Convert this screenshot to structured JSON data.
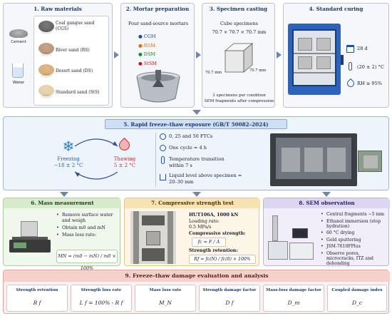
{
  "s1": {
    "title": "1. Raw materials",
    "cement": "Cement",
    "water": "Water",
    "sands": [
      {
        "label": "Coal gangue sand (CGS)",
        "color": "#5a5a5a"
      },
      {
        "label": "River sand (RS)",
        "color": "#b88f72"
      },
      {
        "label": "Desert sand (DS)",
        "color": "#d6a86d"
      },
      {
        "label": "Standard sand (StS)",
        "color": "#e4cba2"
      }
    ]
  },
  "s2": {
    "title": "2. Mortar preparation",
    "subtitle": "Four sand-source mortars",
    "mortars": [
      {
        "label": "CGM",
        "color": "#1f3fbf"
      },
      {
        "label": "RSM",
        "color": "#e06a10"
      },
      {
        "label": "DSM",
        "color": "#1d8a2f"
      },
      {
        "label": "StSM",
        "color": "#c4161c"
      }
    ]
  },
  "s3": {
    "title": "3. Specimen casting",
    "subtitle": "Cube specimens",
    "size": "70.7 × 70.7 × 70.7 mm",
    "dim_left": "70.7 mm",
    "dim_right": "70.7 mm",
    "note1": "3 specimens per condition",
    "note2": "SEM fragments after compression"
  },
  "s4": {
    "title": "4. Standard curing",
    "days": "28 d",
    "temp": "(20 ± 2) °C",
    "rh": "RH ≥ 95%"
  },
  "s5": {
    "title": "5. Rapid freeze–thaw exposure (GB/T 50082–2024)",
    "freezing": "Freezing",
    "freezing_temp": "−18 ± 2 °C",
    "thawing": "Thawing",
    "thawing_temp": "5 ± 2 °C",
    "items": [
      "0, 25 and 50 FTCs",
      "One cycle ≈ 4 h",
      "Temperature transition within 7 s",
      "Liquid level above specimen ≈ 20–30 mm"
    ]
  },
  "s6": {
    "title": "6. Mass measurement",
    "items": [
      "Remove surface water and weigh",
      "Obtain m0 and mN",
      "Mass loss rate:"
    ],
    "formula": "MN = (m0 − mN) / m0 × 100%"
  },
  "s7": {
    "title": "7. Compressive strength test",
    "machine": "HUT106A, 1000 kN",
    "rate_label": "Loading rate:",
    "rate": "0.5 MPa/s",
    "cs_label": "Compressive strength:",
    "cs_formula": "fc = F / A",
    "sr_label": "Strength retention:",
    "sr_formula": "Rf = fc(N) / fc(0) × 100%"
  },
  "s8": {
    "title": "8. SEM observation",
    "items": [
      "Central fragments ~5 mm",
      "Ethanol immersion (stop hydration)",
      "60 °C drying",
      "Gold sputtering",
      "JSM-7610FPlus",
      "Observe pores, microcracks, ITZ and debonding"
    ]
  },
  "s9": {
    "title": "9. Freeze–thaw damage evaluation and analysis",
    "indicators": [
      {
        "name": "Strength retention",
        "formula": "R f"
      },
      {
        "name": "Strength loss rate",
        "formula": "L f = 100% - R f"
      },
      {
        "name": "Mass loss rate",
        "formula": "M_N"
      },
      {
        "name": "Strength damage factor",
        "formula": "D f"
      },
      {
        "name": "Mass-loss damage factor",
        "formula": "D_m"
      },
      {
        "name": "Coupled damage index",
        "formula": "D_c"
      }
    ]
  }
}
